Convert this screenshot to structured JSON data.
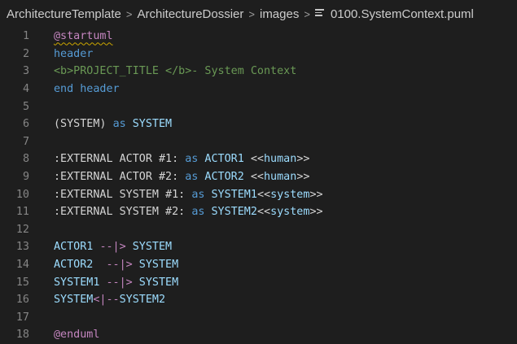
{
  "breadcrumb": {
    "items": [
      "ArchitectureTemplate",
      "ArchitectureDossier",
      "images"
    ],
    "file": "0100.SystemContext.puml",
    "separator": ">"
  },
  "colors": {
    "background": "#1e1e1e",
    "line_number": "#858585",
    "keyword": "#c586c0",
    "blue_keyword": "#569cd6",
    "green": "#6a9955",
    "identifier": "#9cdcfe",
    "text": "#d4d4d4"
  },
  "lines": [
    {
      "n": "1",
      "tokens": [
        {
          "t": "@startuml",
          "c": "t-keyword squiggle"
        }
      ]
    },
    {
      "n": "2",
      "tokens": [
        {
          "t": "header",
          "c": "t-kw-blue"
        }
      ]
    },
    {
      "n": "3",
      "tokens": [
        {
          "t": "<b>PROJECT_TITLE </b>- System Context",
          "c": "t-html"
        }
      ]
    },
    {
      "n": "4",
      "tokens": [
        {
          "t": "end header",
          "c": "t-kw-blue"
        }
      ]
    },
    {
      "n": "5",
      "tokens": []
    },
    {
      "n": "6",
      "tokens": [
        {
          "t": "(SYSTEM) ",
          "c": "t-plain"
        },
        {
          "t": "as",
          "c": "t-kw-blue"
        },
        {
          "t": " SYSTEM",
          "c": "t-var"
        }
      ]
    },
    {
      "n": "7",
      "tokens": []
    },
    {
      "n": "8",
      "tokens": [
        {
          "t": ":EXTERNAL ACTOR #1: ",
          "c": "t-plain"
        },
        {
          "t": "as",
          "c": "t-kw-blue"
        },
        {
          "t": " ACTOR1 ",
          "c": "t-var"
        },
        {
          "t": "<<",
          "c": "t-plain"
        },
        {
          "t": "human",
          "c": "t-stereo"
        },
        {
          "t": ">>",
          "c": "t-plain"
        }
      ]
    },
    {
      "n": "9",
      "tokens": [
        {
          "t": ":EXTERNAL ACTOR #2: ",
          "c": "t-plain"
        },
        {
          "t": "as",
          "c": "t-kw-blue"
        },
        {
          "t": " ACTOR2 ",
          "c": "t-var"
        },
        {
          "t": "<<",
          "c": "t-plain"
        },
        {
          "t": "human",
          "c": "t-stereo"
        },
        {
          "t": ">>",
          "c": "t-plain"
        }
      ]
    },
    {
      "n": "10",
      "tokens": [
        {
          "t": ":EXTERNAL SYSTEM #1: ",
          "c": "t-plain"
        },
        {
          "t": "as",
          "c": "t-kw-blue"
        },
        {
          "t": " SYSTEM1",
          "c": "t-var"
        },
        {
          "t": "<<",
          "c": "t-plain"
        },
        {
          "t": "system",
          "c": "t-stereo"
        },
        {
          "t": ">>",
          "c": "t-plain"
        }
      ]
    },
    {
      "n": "11",
      "tokens": [
        {
          "t": ":EXTERNAL SYSTEM #2: ",
          "c": "t-plain"
        },
        {
          "t": "as",
          "c": "t-kw-blue"
        },
        {
          "t": " SYSTEM2",
          "c": "t-var"
        },
        {
          "t": "<<",
          "c": "t-plain"
        },
        {
          "t": "system",
          "c": "t-stereo"
        },
        {
          "t": ">>",
          "c": "t-plain"
        }
      ]
    },
    {
      "n": "12",
      "tokens": []
    },
    {
      "n": "13",
      "tokens": [
        {
          "t": "ACTOR1 ",
          "c": "t-var"
        },
        {
          "t": "--|>",
          "c": "t-arrow"
        },
        {
          "t": " SYSTEM",
          "c": "t-var"
        }
      ]
    },
    {
      "n": "14",
      "tokens": [
        {
          "t": "ACTOR2  ",
          "c": "t-var"
        },
        {
          "t": "--|>",
          "c": "t-arrow"
        },
        {
          "t": " SYSTEM",
          "c": "t-var"
        }
      ]
    },
    {
      "n": "15",
      "tokens": [
        {
          "t": "SYSTEM1 ",
          "c": "t-var"
        },
        {
          "t": "--|>",
          "c": "t-arrow"
        },
        {
          "t": " SYSTEM",
          "c": "t-var"
        }
      ]
    },
    {
      "n": "16",
      "tokens": [
        {
          "t": "SYSTEM",
          "c": "t-var"
        },
        {
          "t": "<|--",
          "c": "t-arrow"
        },
        {
          "t": "SYSTEM2",
          "c": "t-var"
        }
      ]
    },
    {
      "n": "17",
      "tokens": []
    },
    {
      "n": "18",
      "tokens": [
        {
          "t": "@enduml",
          "c": "t-keyword"
        }
      ]
    }
  ]
}
